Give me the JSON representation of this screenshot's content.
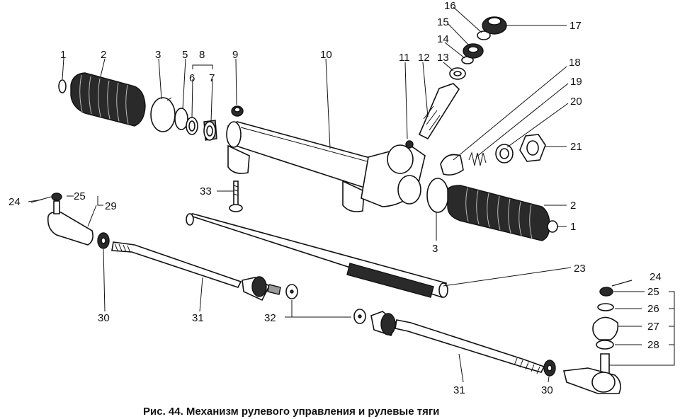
{
  "caption": "Рис. 44. Механизм рулевого управления и рулевые тяги",
  "callouts": [
    {
      "id": "c1a",
      "text": "1"
    },
    {
      "id": "c2a",
      "text": "2"
    },
    {
      "id": "c3a",
      "text": "3"
    },
    {
      "id": "c5",
      "text": "5"
    },
    {
      "id": "c8",
      "text": "8"
    },
    {
      "id": "c6",
      "text": "6"
    },
    {
      "id": "c7",
      "text": "7"
    },
    {
      "id": "c9",
      "text": "9"
    },
    {
      "id": "c10",
      "text": "10"
    },
    {
      "id": "c11",
      "text": "11"
    },
    {
      "id": "c12",
      "text": "12"
    },
    {
      "id": "c13",
      "text": "13"
    },
    {
      "id": "c14",
      "text": "14"
    },
    {
      "id": "c15",
      "text": "15"
    },
    {
      "id": "c16",
      "text": "16"
    },
    {
      "id": "c17",
      "text": "17"
    },
    {
      "id": "c18",
      "text": "18"
    },
    {
      "id": "c19",
      "text": "19"
    },
    {
      "id": "c20",
      "text": "20"
    },
    {
      "id": "c21",
      "text": "21"
    },
    {
      "id": "c2b",
      "text": "2"
    },
    {
      "id": "c1b",
      "text": "1"
    },
    {
      "id": "c3b",
      "text": "3"
    },
    {
      "id": "c33",
      "text": "33"
    },
    {
      "id": "c24a",
      "text": "24"
    },
    {
      "id": "c25a",
      "text": "25"
    },
    {
      "id": "c29",
      "text": "29"
    },
    {
      "id": "c30a",
      "text": "30"
    },
    {
      "id": "c31a",
      "text": "31"
    },
    {
      "id": "c32",
      "text": "32"
    },
    {
      "id": "c23",
      "text": "23"
    },
    {
      "id": "c24b",
      "text": "24"
    },
    {
      "id": "c25b",
      "text": "25"
    },
    {
      "id": "c26",
      "text": "26"
    },
    {
      "id": "c27",
      "text": "27"
    },
    {
      "id": "c28",
      "text": "28"
    },
    {
      "id": "c31b",
      "text": "31"
    },
    {
      "id": "c30b",
      "text": "30"
    }
  ]
}
